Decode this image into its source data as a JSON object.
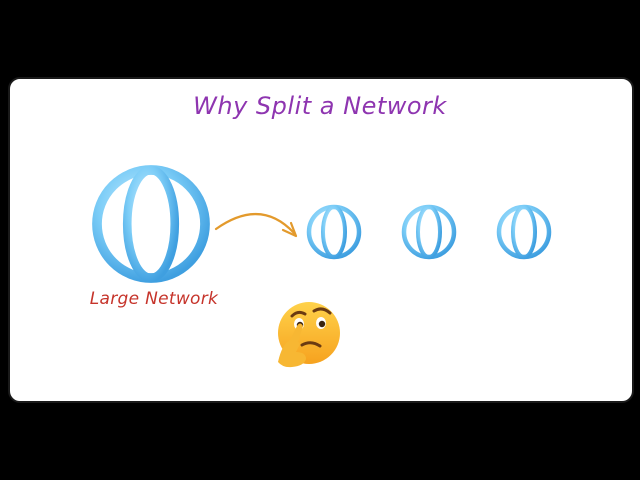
{
  "diagram": {
    "title": "Why Split a Network",
    "large_network_label": "Large Network",
    "small_network_count": 3,
    "icons": {
      "globe": "globe-icon",
      "arrow": "curved-arrow-icon",
      "thinking": "thinking-face-icon"
    },
    "colors": {
      "title": "#8e35b0",
      "label": "#c6342b",
      "arrow": "#e39a2c",
      "globe": "#6ec3f5"
    }
  }
}
